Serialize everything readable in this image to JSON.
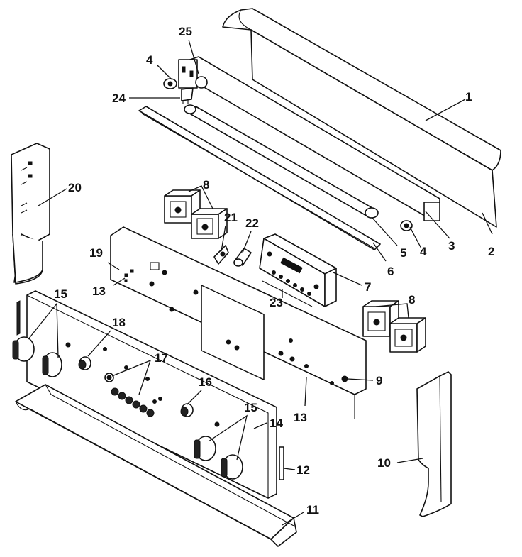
{
  "diagram": {
    "callouts": [
      {
        "id": "c1",
        "label": "1"
      },
      {
        "id": "c2",
        "label": "2"
      },
      {
        "id": "c3",
        "label": "3"
      },
      {
        "id": "c4a",
        "label": "4"
      },
      {
        "id": "c4b",
        "label": "4"
      },
      {
        "id": "c5",
        "label": "5"
      },
      {
        "id": "c6",
        "label": "6"
      },
      {
        "id": "c7",
        "label": "7"
      },
      {
        "id": "c8a",
        "label": "8"
      },
      {
        "id": "c8b",
        "label": "8"
      },
      {
        "id": "c9",
        "label": "9"
      },
      {
        "id": "c10",
        "label": "10"
      },
      {
        "id": "c11",
        "label": "11"
      },
      {
        "id": "c12",
        "label": "12"
      },
      {
        "id": "c13a",
        "label": "13"
      },
      {
        "id": "c13b",
        "label": "13"
      },
      {
        "id": "c14",
        "label": "14"
      },
      {
        "id": "c15a",
        "label": "15"
      },
      {
        "id": "c15b",
        "label": "15"
      },
      {
        "id": "c16",
        "label": "16"
      },
      {
        "id": "c17",
        "label": "17"
      },
      {
        "id": "c18",
        "label": "18"
      },
      {
        "id": "c19",
        "label": "19"
      },
      {
        "id": "c20",
        "label": "20"
      },
      {
        "id": "c21",
        "label": "21"
      },
      {
        "id": "c22",
        "label": "22"
      },
      {
        "id": "c23",
        "label": "23"
      },
      {
        "id": "c24",
        "label": "24"
      },
      {
        "id": "c25",
        "label": "25"
      }
    ]
  }
}
